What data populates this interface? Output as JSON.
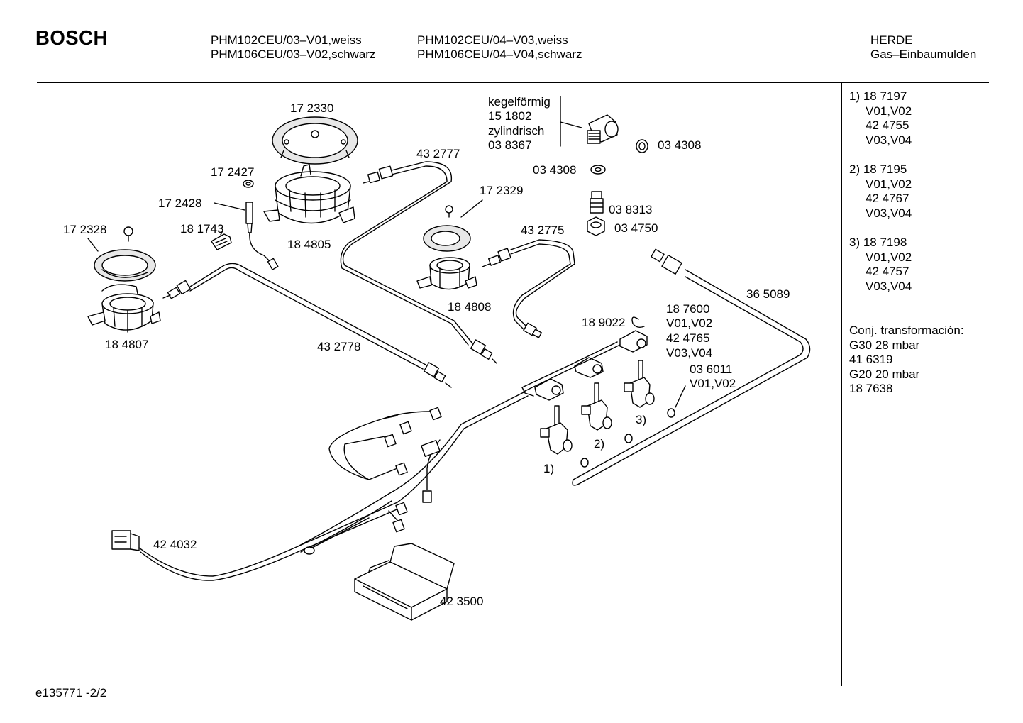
{
  "header": {
    "brand": "BOSCH",
    "models_col1": [
      "PHM102CEU/03–V01,weiss",
      "PHM106CEU/03–V02,schwarz"
    ],
    "models_col2": [
      "PHM102CEU/04–V03,weiss",
      "PHM106CEU/04–V04,schwarz"
    ],
    "category": [
      "HERDE",
      "Gas–Einbaumulden"
    ]
  },
  "footer": {
    "doc_id": "e135771 -2/2"
  },
  "sidebar": {
    "groups": [
      {
        "lines": [
          "1) 18 7197",
          "V01,V02",
          "42 4755",
          "V03,V04"
        ]
      },
      {
        "lines": [
          "2) 18 7195",
          "V01,V02",
          "42 4767",
          "V03,V04"
        ]
      },
      {
        "lines": [
          "3) 18 7198",
          "V01,V02",
          "42 4757",
          "V03,V04"
        ]
      },
      {
        "lines": [
          "Conj. transformación:",
          "G30  28 mbar",
          "41 6319",
          "G20  20 mbar",
          "18 7638"
        ]
      }
    ]
  },
  "parts": {
    "p172330": "17 2330",
    "p172427": "17 2427",
    "p172428": "17 2428",
    "p181743": "18 1743",
    "p172328": "17 2328",
    "p184805": "18 4805",
    "p184807": "18 4807",
    "p432777": "43 2777",
    "p172329": "17 2329",
    "p432775": "43 2775",
    "p184808": "18 4808",
    "p432778": "43 2778",
    "kegel_label": "kegelförmig",
    "p151802": "15 1802",
    "zyl_label": "zylindrisch",
    "p038367": "03 8367",
    "p034308a": "03 4308",
    "p034308b": "03 4308",
    "p038313": "03 8313",
    "p034750": "03 4750",
    "p365089": "36 5089",
    "p189022": "18 9022",
    "p187600": "18 7600",
    "p187600_v1": "V01,V02",
    "p424765": "42 4765",
    "p424765_v": "V03,V04",
    "p036011": "03 6011",
    "p036011_v": "V01,V02",
    "valve1": "1)",
    "valve2": "2)",
    "valve3": "3)",
    "p424032": "42 4032",
    "p423500": "42 3500"
  }
}
